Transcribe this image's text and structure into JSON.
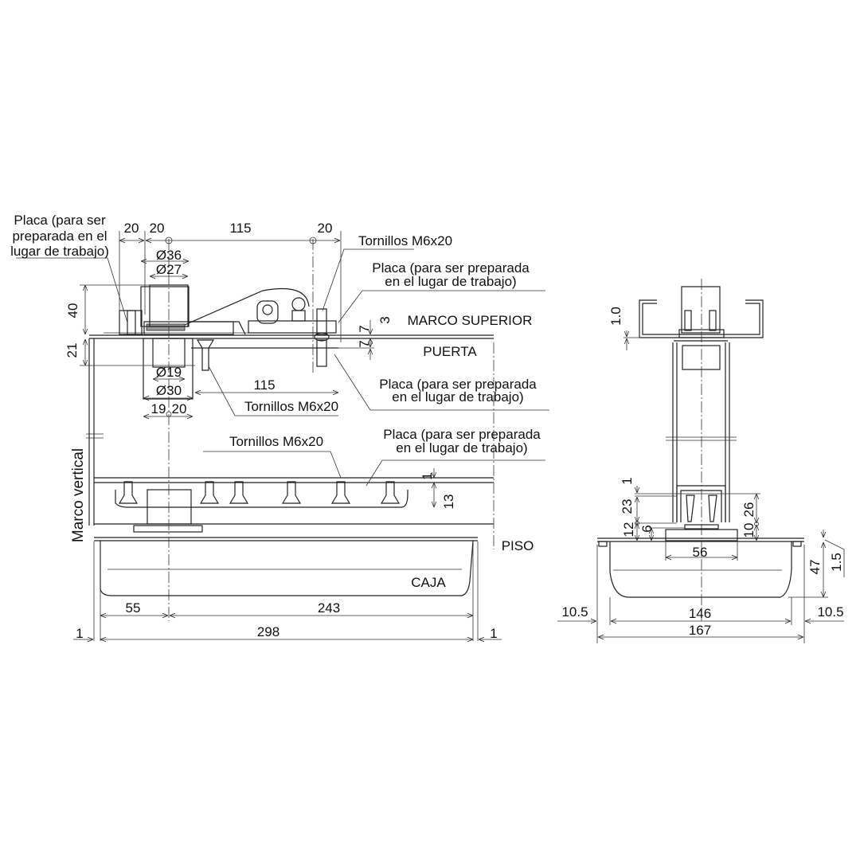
{
  "side_view": {
    "labels": {
      "plate_top_left": [
        "Placa (para ser",
        "preparada en el",
        "lugar de trabajo)"
      ],
      "screws_top": "Tornillos M6x20",
      "plate_top_right": [
        "Placa (para ser preparada",
        "en el lugar de trabajo)"
      ],
      "marco_superior": "MARCO SUPERIOR",
      "puerta": "PUERTA",
      "plate_door": [
        "Placa (para ser preparada",
        "en el lugar de trabajo)"
      ],
      "screws_door": "Tornillos M6x20",
      "screws_bottom": "Tornillos M6x20",
      "plate_bottom": [
        "Placa (para ser preparada",
        "en el lugar de trabajo)"
      ],
      "marco_vertical": "Marco vertical",
      "piso": "PISO",
      "caja": "CAJA"
    },
    "dimensions": {
      "d20a": "20",
      "d20b": "20",
      "d115_top": "115",
      "d20c": "20",
      "dia36": "Ø36",
      "dia27": "Ø27",
      "d40": "40",
      "d3": "3",
      "d7a": "7",
      "d7b": "7",
      "d21": "21",
      "dia19": "Ø19",
      "dia30": "Ø30",
      "d115_door": "115",
      "d19": "19",
      "d20d": "20",
      "d1_plate": "1",
      "d13": "13",
      "d55": "55",
      "d243": "243",
      "d1_left": "1",
      "d298": "298",
      "d1_right": "1"
    }
  },
  "front_view": {
    "dimensions": {
      "d1_0": "1.0",
      "d1": "1",
      "d23": "23",
      "d26": "26",
      "d12": "12",
      "d6": "6",
      "d10": "10",
      "d56": "56",
      "d47": "47",
      "d1_5": "1.5",
      "d10_5_left": "10.5",
      "d146": "146",
      "d10_5_right": "10.5",
      "d167": "167"
    }
  }
}
